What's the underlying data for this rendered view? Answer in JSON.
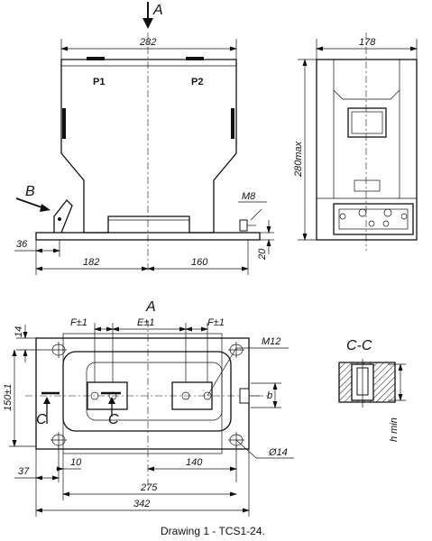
{
  "view_labels": {
    "view_a_arrow": "A",
    "view_b_arrow": "B",
    "plan_view": "A",
    "section_c_left": "C",
    "section_c_right": "C",
    "section_title": "C-C"
  },
  "terminals": {
    "p1": "P1",
    "p2": "P2"
  },
  "front_dims": {
    "width_282": "282",
    "m8": "M8",
    "d36": "36",
    "d182": "182",
    "d160": "160",
    "d20": "20"
  },
  "side_dims": {
    "width_178": "178",
    "height_280": "280max"
  },
  "plan_dims": {
    "f_left": "F±1",
    "e": "E±1",
    "f_right": "F±1",
    "m12": "M12",
    "d14": "14",
    "d150": "150±1",
    "b": "b",
    "hole14": "Ø14",
    "d37": "37",
    "d10": "10",
    "d140": "140",
    "d275": "275",
    "d342": "342"
  },
  "section_dims": {
    "h_min": "h min"
  },
  "caption": "Drawing 1 - TCS1-24."
}
